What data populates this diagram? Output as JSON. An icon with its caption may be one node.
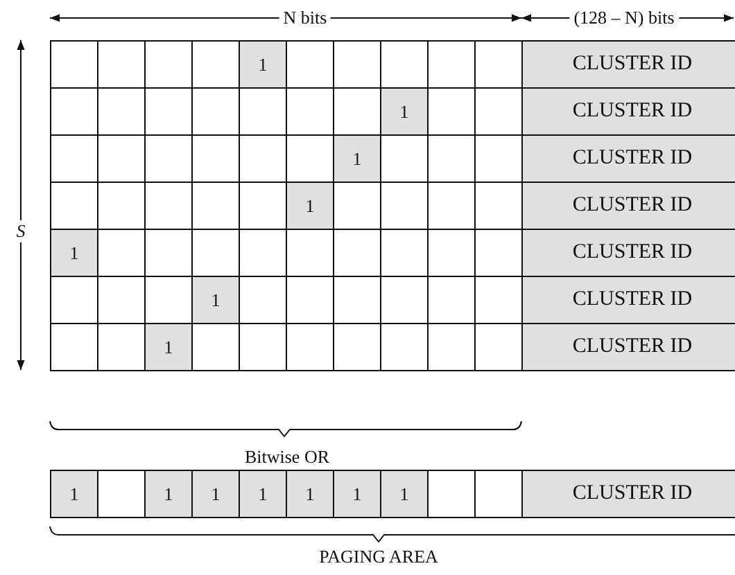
{
  "diagram": {
    "labels": [
      "N bits",
      "(128 – N) bits",
      "1",
      "CLUSTER ID",
      "1",
      "CLUSTER ID",
      "1",
      "CLUSTER ID",
      "S",
      "1",
      "CLUSTER ID",
      "1",
      "CLUSTER ID",
      "1",
      "CLUSTER ID",
      "1",
      "CLUSTER ID",
      "Bitwise OR",
      "1",
      "1",
      "1",
      "1",
      "1",
      "1",
      "1",
      "CLUSTER ID",
      "PAGING AREA"
    ]
  }
}
